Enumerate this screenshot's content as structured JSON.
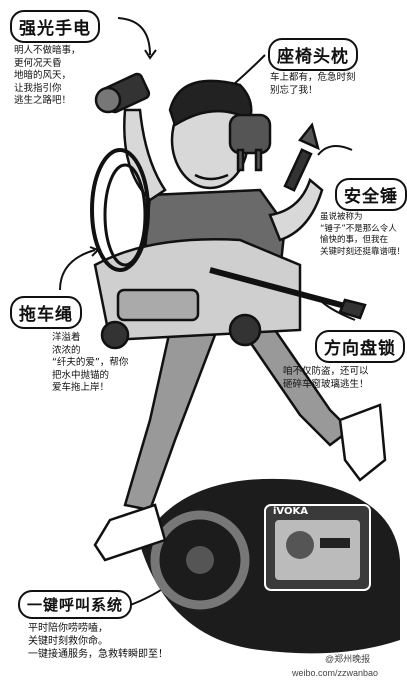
{
  "labels": {
    "flashlight": {
      "title": "强光手电",
      "note": "明人不做暗事，\n更何况天昏\n地暗的风天，\n让我指引你\n逃生之路吧！"
    },
    "headrest": {
      "title": "座椅头枕",
      "note": "车上都有，危急时刻\n别忘了我！"
    },
    "hammer": {
      "title": "安全锤",
      "note": "虽说被称为\n“锤子”不是那么令人\n愉快的事，但我在\n关键时刻还挺靠谱哦！"
    },
    "tow_rope": {
      "title": "拖车绳",
      "note": "洋溢着\n浓浓的\n“纤夫的爱”，帮你\n把水中抛锚的\n爱车拖上岸！"
    },
    "steering_lock": {
      "title": "方向盘锁",
      "note": "咱不仅防盗，还可以\n砸碎车窗玻璃逃生！"
    },
    "one_key_call": {
      "title": "一键呼叫系统",
      "note": "平时陪你唠唠嗑，\n关键时刻救你命。\n一键接通服务，急救转瞬即至！"
    }
  },
  "screen_brand": "iVOKA",
  "watermark": {
    "account": "@郑州晚报",
    "url": "weibo.com/zzwanbao"
  },
  "colors": {
    "ink": "#111111",
    "skin": "#d8d8d8",
    "shirt": "#6a6a6a"
  }
}
